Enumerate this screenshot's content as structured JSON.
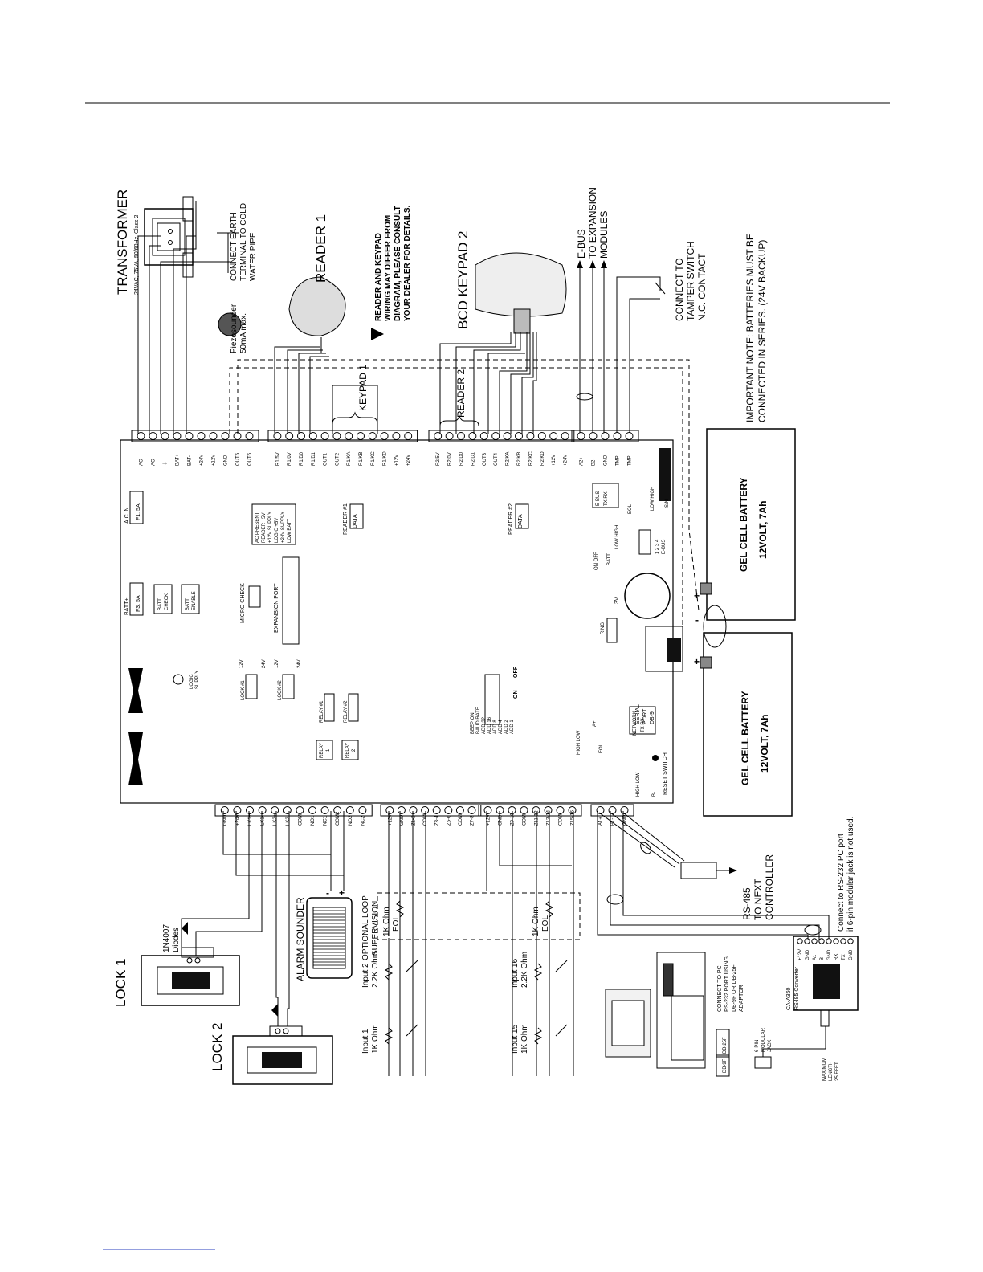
{
  "title": {
    "transformer": "TRANSFORMER",
    "transformer_spec": "24VAC, 75VA, 50/60Hz, Class 2",
    "earth": [
      "CONNECT EARTH",
      "TERMINAL TO COLD",
      "WATER PIPE"
    ],
    "piezo": [
      "Piezosounder",
      "50mA max."
    ],
    "reader1": "READER 1",
    "warning": [
      "READER AND KEYPAD",
      "WIRING MAY DIFFER FROM",
      "DIAGRAM, PLEASE CONSULT",
      "YOUR DEALER FOR DETAILS."
    ],
    "bcd_keypad": "BCD KEYPAD 2",
    "ebus": [
      "E-BUS",
      "TO EXPANSION",
      "MODULES"
    ],
    "tamper": [
      "CONNECT TO",
      "TAMPER SWITCH",
      "N.C. CONTACT"
    ],
    "battery_note": [
      "IMPORTANT NOTE: BATTERIES MUST BE",
      "CONNECTED IN SERIES. (24V BACKUP)"
    ],
    "keypad1": "KEYPAD 1",
    "reader2": "READER 2",
    "lock1": "LOCK 1",
    "lock2": "LOCK 2",
    "diodes": [
      "1N4007",
      "Diodes"
    ],
    "alarm_sounder": "ALARM SOUNDER",
    "loop_supervision": [
      "OPTIONAL LOOP",
      "SUPERVISION"
    ],
    "eol1": [
      "1K Ohm",
      "EOL"
    ],
    "eol2": [
      "1K Ohm",
      "EOL"
    ],
    "input1": [
      "Input 1",
      "1K Ohm"
    ],
    "input2": [
      "Input 2",
      "2.2K Ohm"
    ],
    "input15": [
      "Input 15",
      "1K Ohm"
    ],
    "input16": [
      "Input 16",
      "2.2K Ohm"
    ],
    "rs485": [
      "RS-485",
      "TO NEXT",
      "CONTROLLER"
    ],
    "rs232_note": [
      "Connect to RS-232 PC port",
      "if 6-pin modular jack is not used."
    ],
    "pc_connect": [
      "CONNECT TO PC",
      "RS-232 PORT USING",
      "DB-9F OR DB-25F",
      "ADAPTOR"
    ],
    "converter": [
      "CA-A360",
      "RS485 Converter"
    ],
    "max_length": [
      "MAXIMUM",
      "LENGTH",
      "25 FEET"
    ],
    "modular_jack": [
      "6-PIN",
      "MODULAR",
      "JACK"
    ],
    "db25f": "DB-25F",
    "db9f": "DB-9F"
  },
  "batteries": [
    {
      "name": "GEL CELL BATTERY",
      "spec": "12VOLT, 7Ah"
    },
    {
      "name": "GEL CELL BATTERY",
      "spec": "12VOLT, 7Ah"
    }
  ],
  "board": {
    "top_terminals_a": [
      "AC",
      "AC",
      "⏚",
      "BAT+",
      "BAT-",
      "+24V",
      "+12V",
      "GND",
      "OUT5",
      "OUT6"
    ],
    "top_terminals_b": [
      "R1/5V",
      "R1/0V",
      "R1/D0",
      "R1/D1",
      "OUT1",
      "OUT2",
      "R1/KA",
      "R1/KB",
      "R1/KC",
      "R1/KD",
      "+12V",
      "+24V"
    ],
    "top_terminals_c": [
      "R2/5V",
      "R2/0V",
      "R2/D0",
      "R2/D1",
      "OUT3",
      "OUT4",
      "R2/KA",
      "R2/KB",
      "R2/KC",
      "R2/KD",
      "+12V",
      "+24V"
    ],
    "top_terminals_d": [
      "A2+",
      "B2-",
      "GND",
      "TMP",
      "TMP"
    ],
    "bottom_terminals_a": [
      "GND",
      "+24V",
      "LK1+",
      "LK1-",
      "LK2+",
      "LK2-",
      "COM1",
      "NO1",
      "NC1",
      "COM2",
      "NO2",
      "NC2"
    ],
    "bottom_terminals_b": [
      "+12V",
      "GND",
      "Z1-2",
      "COM",
      "Z3-4",
      "Z5-6",
      "COM",
      "Z7-8"
    ],
    "bottom_terminals_c": [
      "+12V",
      "GND",
      "Z9-10",
      "COM",
      "Z11-12",
      "Z13-14",
      "COM",
      "Z15-16"
    ],
    "bottom_terminals_d": [
      "A1+",
      "B1-",
      "GND"
    ],
    "fuse_ac": [
      "A.C.IN",
      "F1: 5A"
    ],
    "fuse_batt": [
      "BATT+",
      "F3: 5A"
    ],
    "batt_check": [
      "BATT",
      "CHECK"
    ],
    "batt_enable": [
      "BATT",
      "ENABLE"
    ],
    "micro_check": "MICRO CHECK",
    "expansion_port": "EXPANSION PORT",
    "reader1_data": [
      "READER #1",
      "DATA"
    ],
    "reader2_data": [
      "READER #2",
      "DATA"
    ],
    "leds": [
      "AC PRESENT",
      "READER +5V",
      "+12V SUPPLY",
      "LOGIC +5V",
      "+24V SUPPLY",
      "LOW BATT"
    ],
    "ebus_conn": [
      "E-BUS",
      "TX RX"
    ],
    "eol_jumper": "EOL",
    "low_high": "LOW HIGH",
    "ebus_pins": [
      "1 2 3 4",
      "E-BUS"
    ],
    "sn": "S/N",
    "batt_switch": [
      "ON OFF",
      "BATT"
    ],
    "coin": "3V",
    "ring": "RING",
    "lock1": "LOCK #1",
    "lock2": "LOCK #2",
    "relay1_k": "RELAY #1",
    "relay2_k": "RELAY #2",
    "relay1": [
      "RELAY",
      "1"
    ],
    "relay2": [
      "RELAY",
      "2"
    ],
    "v12_24": [
      "12V",
      "24V"
    ],
    "dip_labels": [
      "BEEP ON",
      "BAUD RATE",
      "ADD 32",
      "ADD 16",
      "ADD 8",
      "ADD 4",
      "ADD 2",
      "ADD 1"
    ],
    "dip_on_off": [
      "ON",
      "OFF"
    ],
    "network": [
      "NETWORK",
      "TX RX"
    ],
    "serial_port": [
      "SERIAL",
      "PORT",
      "DB-9"
    ],
    "reset_switch": "RESET SWITCH",
    "high_low": "HIGH LOW",
    "logic_supply": [
      "LOGIC",
      "SUPPLY"
    ],
    "a_plus": "A+",
    "b_minus": "B-"
  },
  "converter_terminals": [
    "+12V",
    "GND",
    "A1",
    "B-",
    "GND",
    "RX",
    "TX",
    "GND"
  ],
  "polarity": {
    "plus": "+",
    "minus": "-"
  }
}
